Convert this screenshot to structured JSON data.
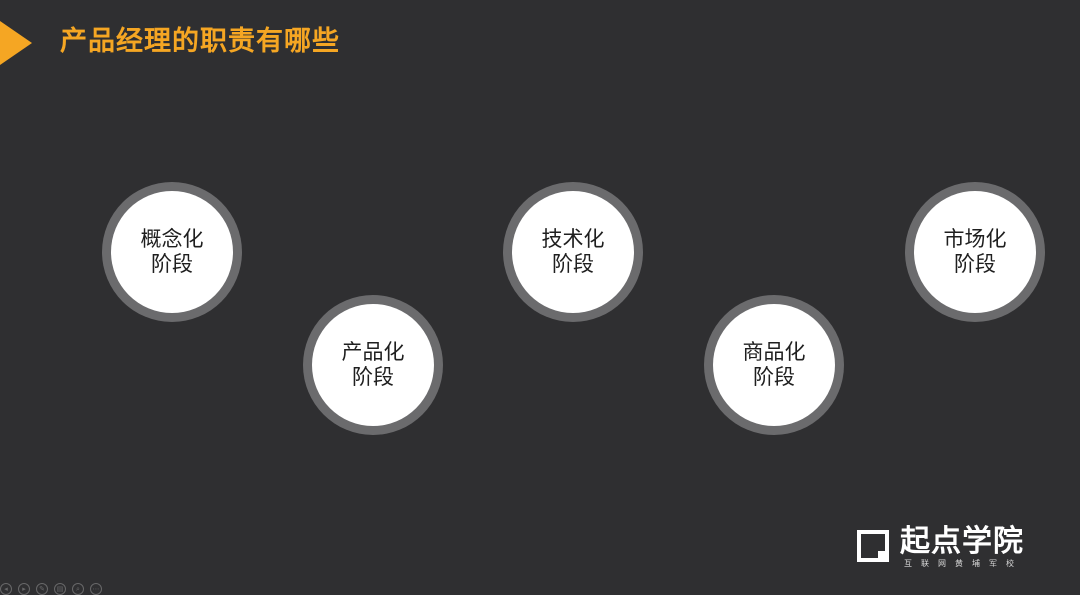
{
  "slide": {
    "title": "产品经理的职责有哪些",
    "accent_color": "#f5a623",
    "background_color": "#2f2f31"
  },
  "stages": [
    {
      "line1": "概念化",
      "line2": "阶段"
    },
    {
      "line1": "产品化",
      "line2": "阶段"
    },
    {
      "line1": "技术化",
      "line2": "阶段"
    },
    {
      "line1": "商品化",
      "line2": "阶段"
    },
    {
      "line1": "市场化",
      "line2": "阶段"
    }
  ],
  "brand": {
    "name": "起点学院",
    "tagline": "互联网黄埔军校",
    "logo_icon": "qidian-logo-icon"
  },
  "player_controls": [
    {
      "icon": "prev-icon",
      "glyph": "◂"
    },
    {
      "icon": "next-icon",
      "glyph": "▸"
    },
    {
      "icon": "pen-icon",
      "glyph": "✎"
    },
    {
      "icon": "slides-icon",
      "glyph": "▤"
    },
    {
      "icon": "zoom-icon",
      "glyph": "⌕"
    },
    {
      "icon": "more-icon",
      "glyph": "⋯"
    }
  ]
}
